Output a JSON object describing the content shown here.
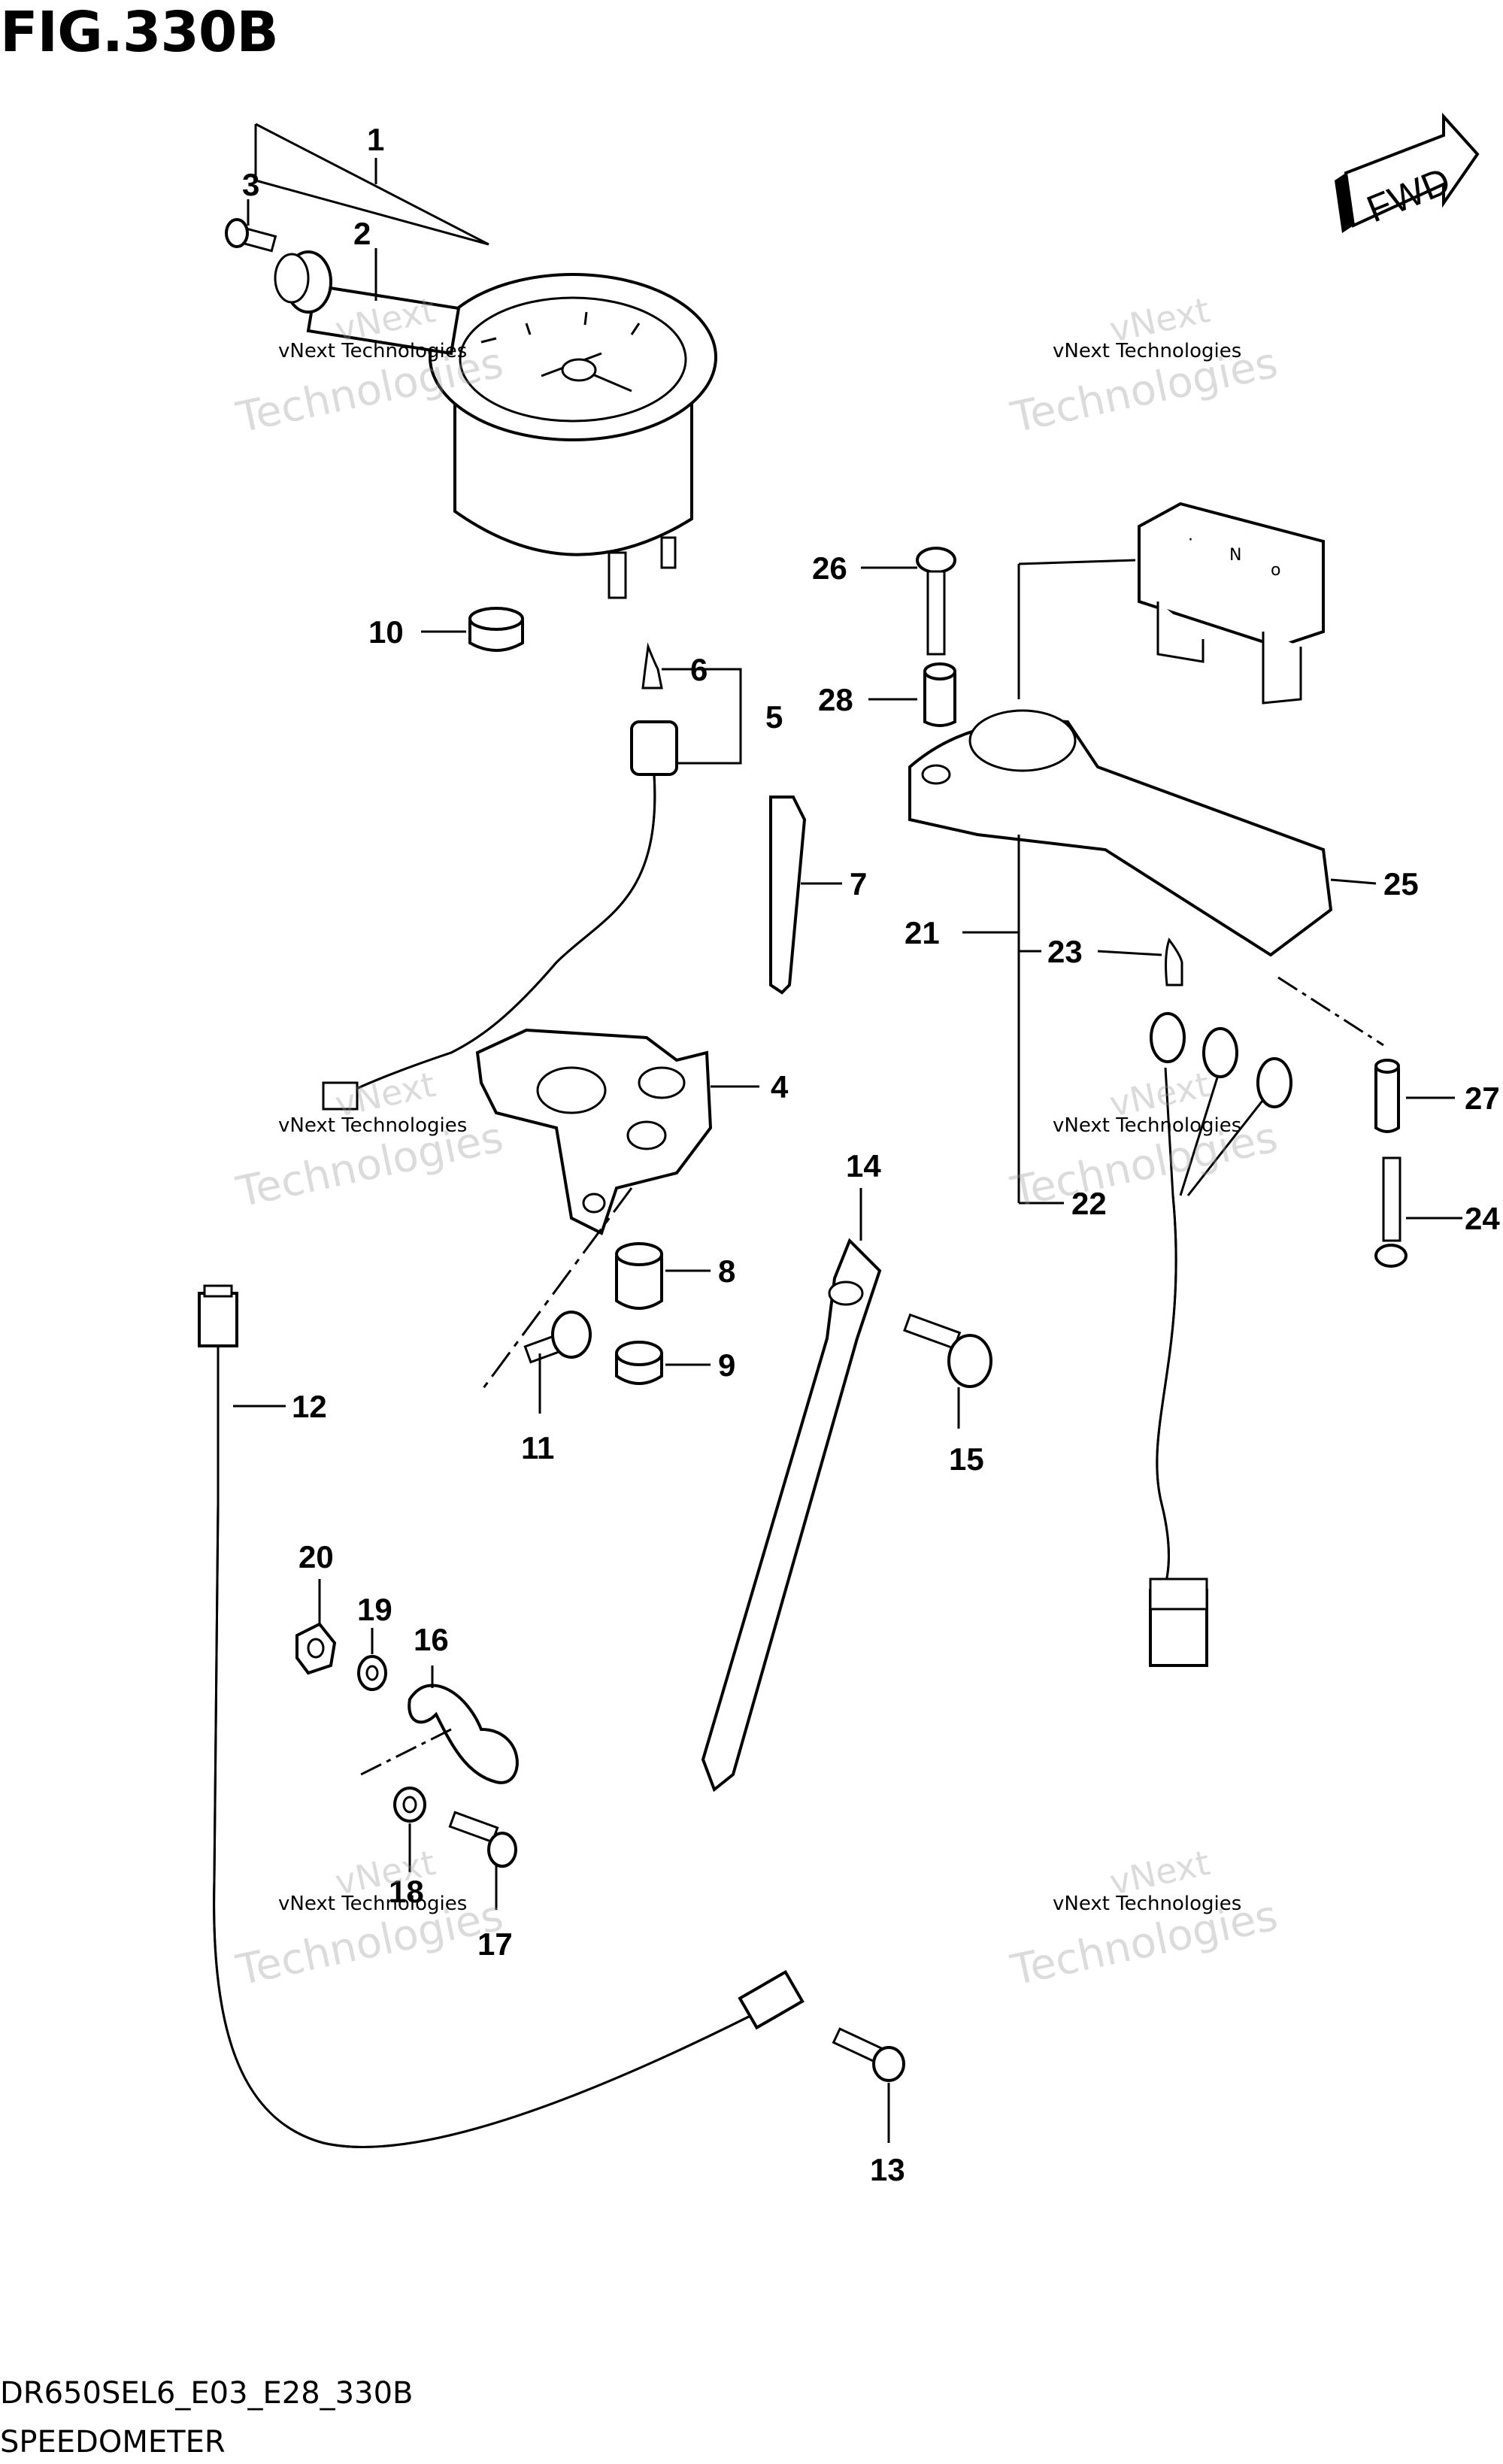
{
  "figure": {
    "title": "FIG.330B",
    "model_code": "DR650SEL6_E03_E28_330B",
    "section_name": "SPEEDOMETER",
    "direction_label": "FWD"
  },
  "watermark": {
    "line1": "vNext Technologies",
    "line2": "vNext",
    "line3": "Technologies"
  },
  "callouts": [
    "1",
    "2",
    "3",
    "4",
    "5",
    "6",
    "7",
    "8",
    "9",
    "10",
    "11",
    "12",
    "13",
    "14",
    "15",
    "16",
    "17",
    "18",
    "19",
    "20",
    "21",
    "22",
    "23",
    "24",
    "25",
    "26",
    "27",
    "28"
  ]
}
